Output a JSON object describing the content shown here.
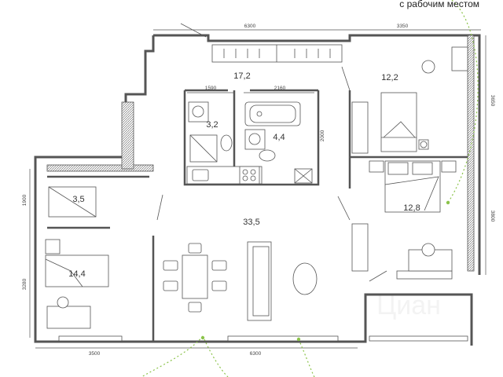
{
  "callout": "с рабочим местом",
  "rooms": {
    "living": "33,5",
    "kitchen": "17,2",
    "bedroom_ne": "12,2",
    "bedroom_e": "12,8",
    "bedroom_sw": "14,4",
    "wardrobe": "3,5",
    "bath_small": "3,2",
    "bath_large": "4,4"
  },
  "dims": {
    "top_left": "6300",
    "top_right": "3350",
    "bath_small_w": "1590",
    "bath_large_w": "2160",
    "bath_large_h": "2000",
    "east_upper": "3650",
    "east_lower": "3800",
    "west_upper": "1900",
    "west_lower": "3280",
    "bottom_left": "3500",
    "bottom_right": "6300"
  },
  "watermark": "Циан",
  "colors": {
    "wall": "#555555",
    "accent": "#8bc34a"
  }
}
